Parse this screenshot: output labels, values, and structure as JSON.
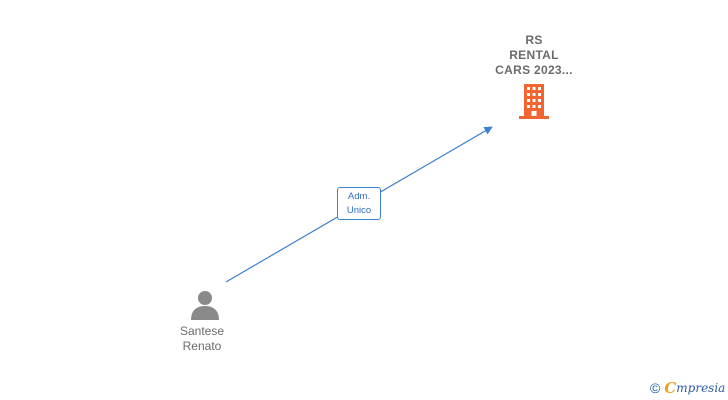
{
  "nodes": {
    "company": {
      "name": "RS\nRENTAL\nCARS 2023...",
      "lines": [
        "RS",
        "RENTAL",
        "CARS 2023..."
      ],
      "type": "company",
      "color": "#f26531"
    },
    "person": {
      "lines": [
        "Santese",
        "Renato"
      ],
      "type": "person",
      "color": "#8a8a8a"
    }
  },
  "edges": [
    {
      "from": "person",
      "to": "company",
      "label_lines": [
        "Adm.",
        "Unico"
      ],
      "color": "#3b7fd0"
    }
  ],
  "footer": {
    "copyright": "©",
    "brand_initial": "C",
    "brand_rest": "mpresia"
  }
}
